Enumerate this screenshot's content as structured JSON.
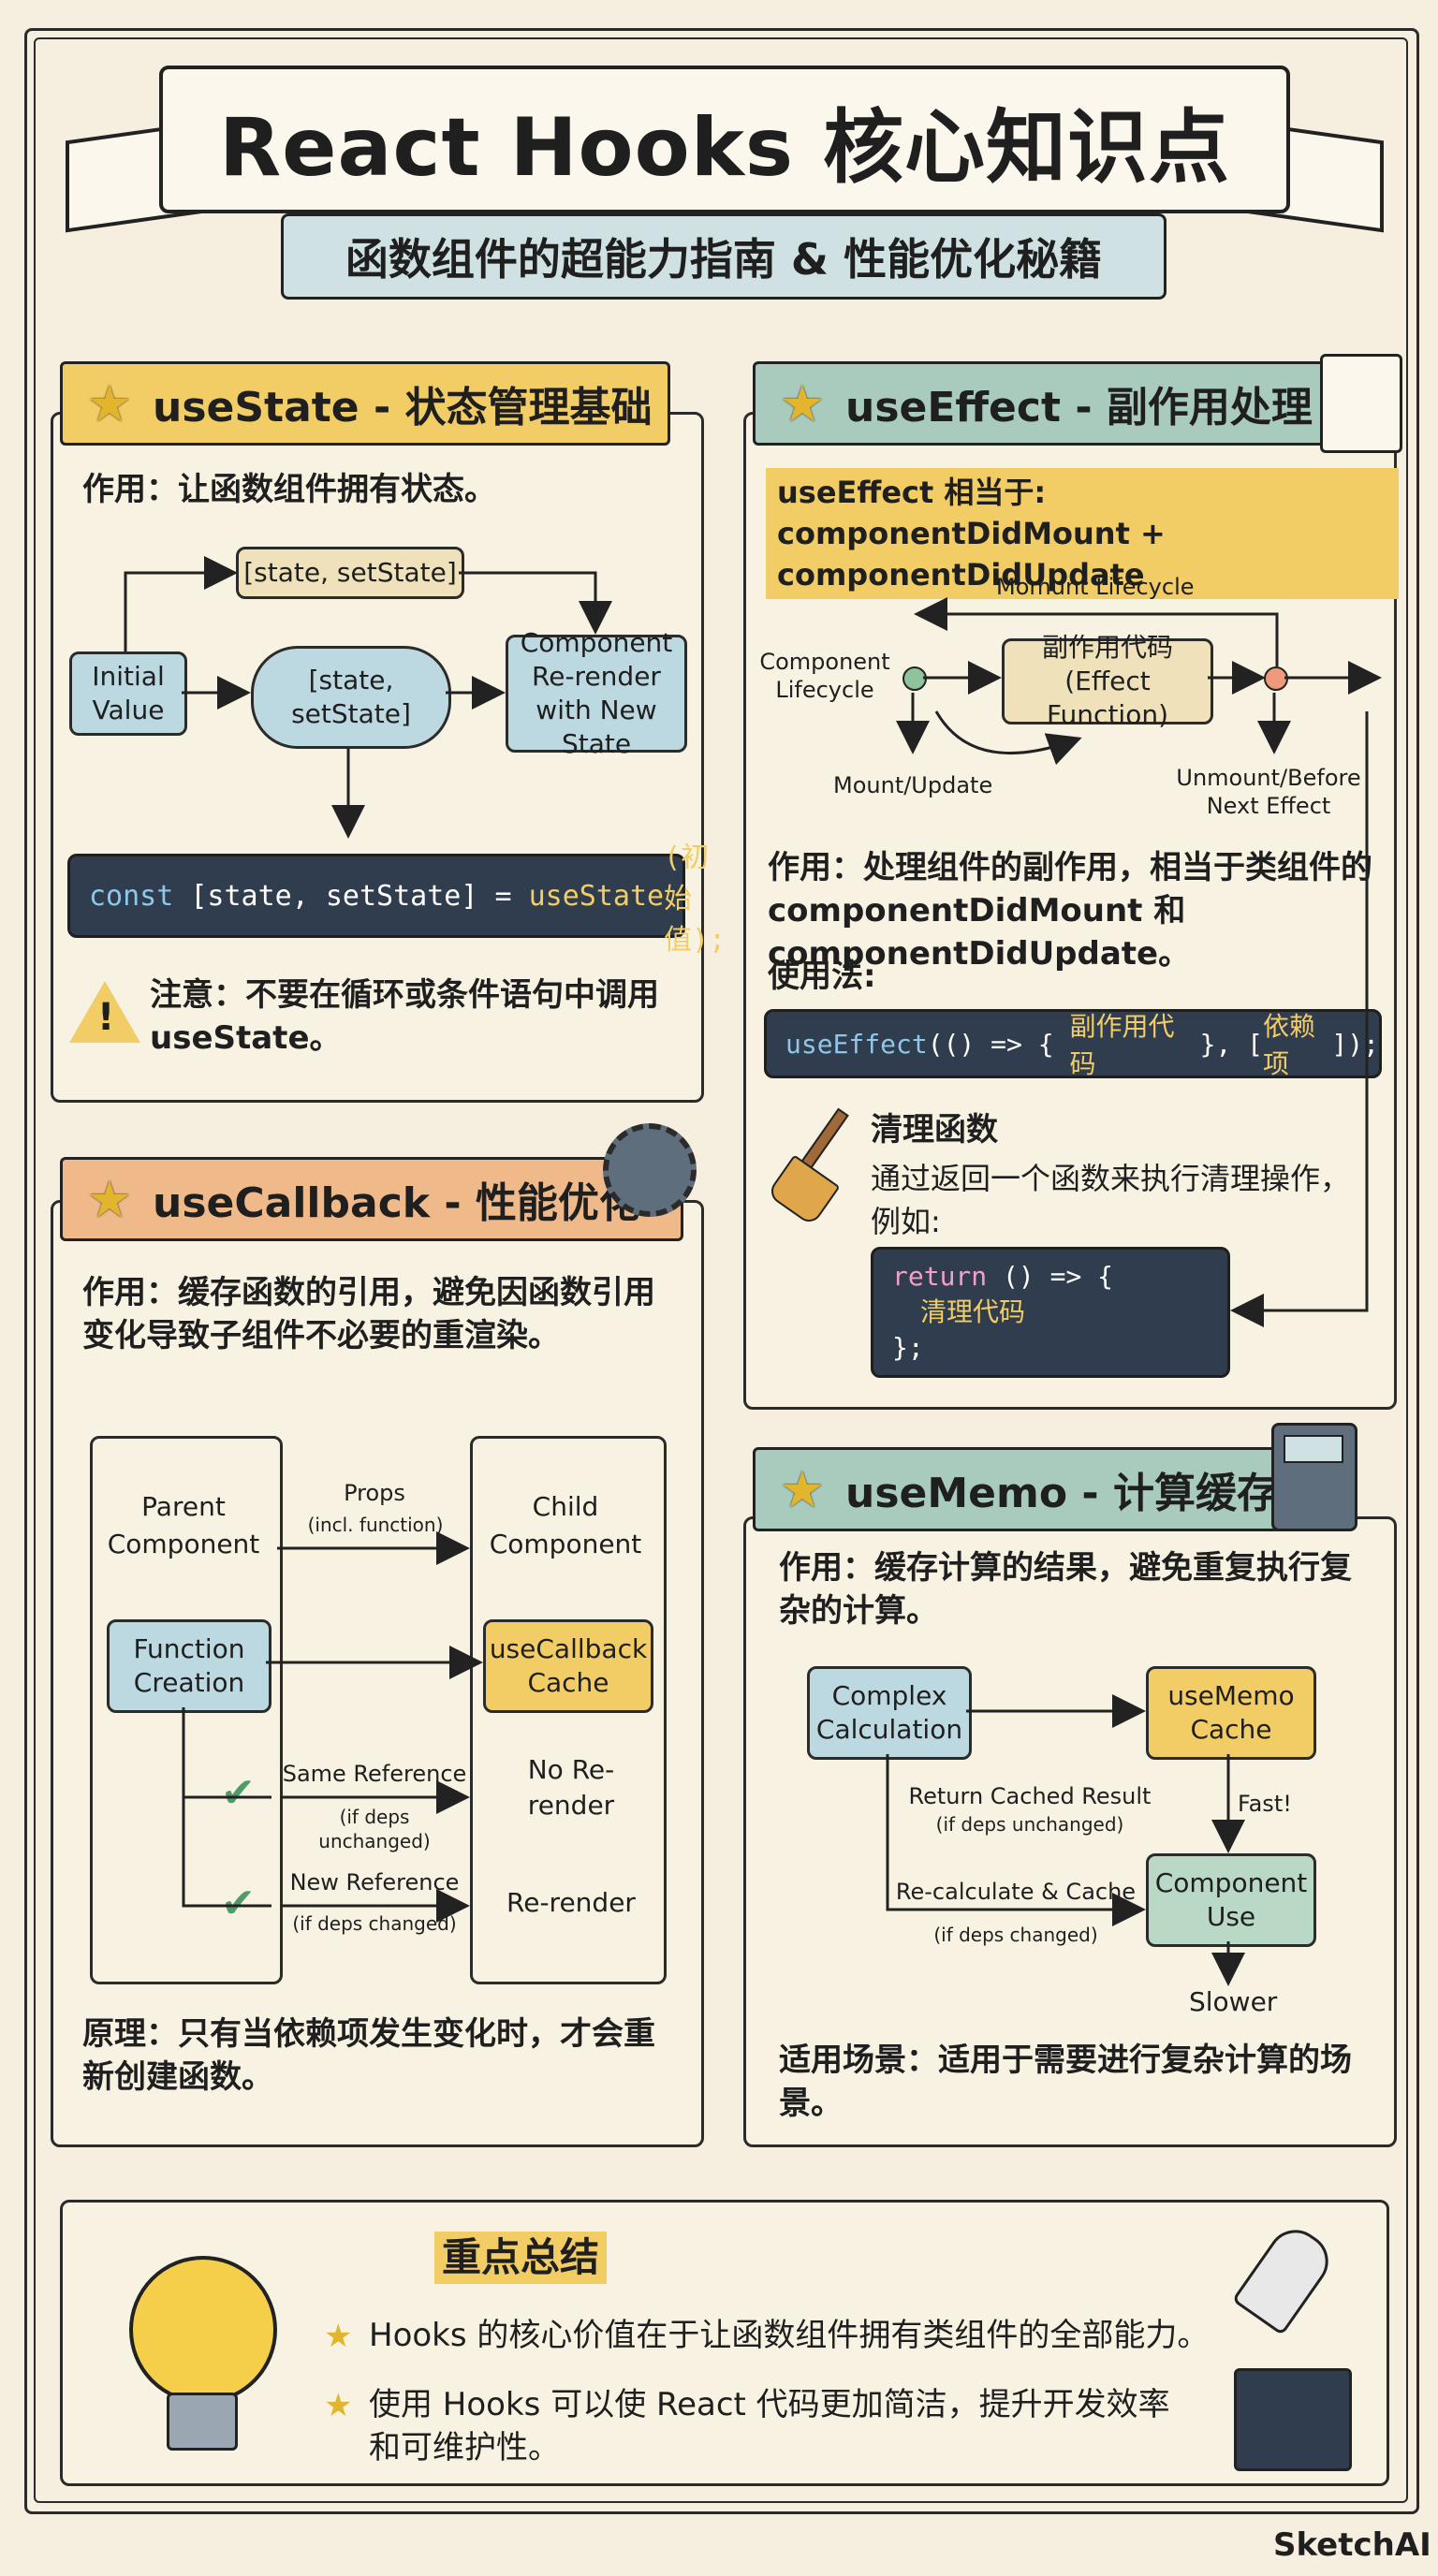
{
  "header": {
    "title": "React Hooks 核心知识点",
    "subtitle": "函数组件的超能力指南 & 性能优化秘籍"
  },
  "use_state": {
    "title": "useState - 状态管理基础",
    "desc": "作用：让函数组件拥有状态。",
    "top_label": "[state, setState]",
    "initial_value": "Initial Value",
    "cloud": "[state, setState]",
    "rerender": "Component Re-render with New State",
    "code_const": "const ",
    "code_mid": "[state, setState] = ",
    "code_fn": "useState",
    "code_arg": "(初始值);",
    "warning": "注意：不要在循环或条件语句中调用 useState。"
  },
  "use_effect": {
    "title": "useEffect - 副作用处理",
    "equiv": "useEffect 相当于: componentDidMount + componentDidUpdate",
    "mount_lifecycle": "Momunt Lifecycle",
    "component_lifecycle": "Component Lifecycle",
    "effect_box": "副作用代码 (Effect Function)",
    "mount_update": "Mount/Update",
    "unmount": "Unmount/Before Next Effect",
    "desc": "作用：处理组件的副作用，相当于类组件的 componentDidMount 和 componentDidUpdate。",
    "usage_label": "使用法:",
    "usage_code_fn": "useEffect",
    "usage_code_a": "(() => { ",
    "usage_code_b": "副作用代码",
    "usage_code_c": " }, [",
    "usage_code_d": "依赖项",
    "usage_code_e": "]);",
    "cleanup_title": "清理函数",
    "cleanup_desc": "通过返回一个函数来执行清理操作，例如:",
    "cleanup_l1a": "return",
    "cleanup_l1b": " () => {",
    "cleanup_l2": "清理代码",
    "cleanup_l3": "};"
  },
  "use_callback": {
    "title": "useCallback - 性能优化",
    "desc": "作用：缓存函数的引用，避免因函数引用变化导致子组件不必要的重渲染。",
    "parent": "Parent Component",
    "child": "Child Component",
    "props": "Props",
    "props_sub": "(incl. function)",
    "function_creation": "Function Creation",
    "cache": "useCallback Cache",
    "same_ref": "Same Reference",
    "same_ref_sub": "(if deps unchanged)",
    "no_rerender": "No Re-render",
    "new_ref": "New Reference",
    "new_ref_sub": "(if deps changed)",
    "rerender": "Re-render",
    "principle": "原理：只有当依赖项发生变化时，才会重新创建函数。"
  },
  "use_memo": {
    "title": "useMemo - 计算缓存",
    "desc": "作用：缓存计算的结果，避免重复执行复杂的计算。",
    "complex": "Complex Calculation",
    "cache": "useMemo Cache",
    "return_cached": "Return Cached Result",
    "return_cached_sub": "(if deps unchanged)",
    "fast": "Fast!",
    "recalc": "Re-calculate & Cache",
    "recalc_sub": "(if deps changed)",
    "component_use": "Component Use",
    "slower": "Slower",
    "scenario": "适用场景：适用于需要进行复杂计算的场景。"
  },
  "summary": {
    "title": "重点总结",
    "point1": "Hooks 的核心价值在于让函数组件拥有类组件的全部能力。",
    "point2": "使用 Hooks 可以使 React 代码更加简洁，提升开发效率和可维护性。"
  },
  "brand": "SketchAI",
  "colors": {
    "paper": "#f6efdf",
    "yellow": "#f2cd66",
    "green": "#a9cbbd",
    "orange": "#efb98a",
    "blue": "#bcd8e0",
    "code_bg": "#2f3d4f"
  },
  "icons": [
    "star-icon",
    "warning-icon",
    "gear-icon",
    "clipboard-icon",
    "broom-icon",
    "calculator-icon",
    "lightbulb-icon",
    "rocket-icon",
    "checkmark-icon"
  ]
}
